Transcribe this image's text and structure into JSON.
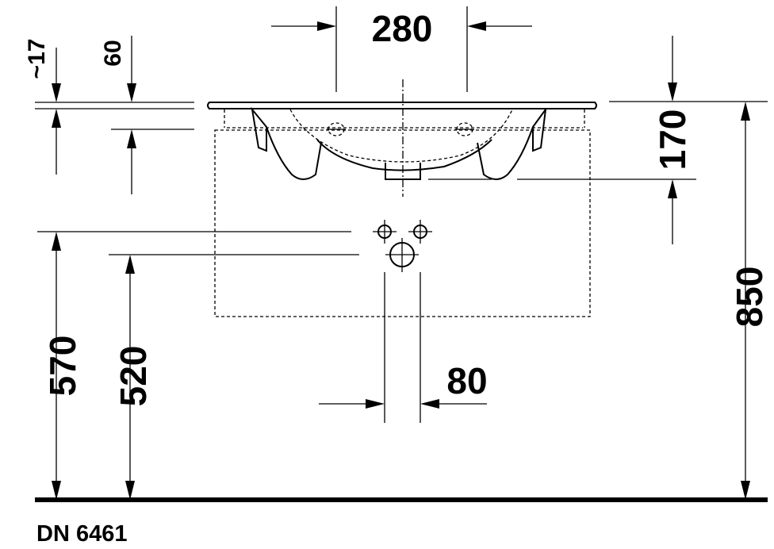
{
  "model": "DN 6461",
  "dimensions": {
    "basin_depth": "280",
    "top_overhang": "~17",
    "bowl_offset": "60",
    "overflow_height": "170",
    "total_height": "850",
    "supply_height": "570",
    "waste_height": "520",
    "waste_spacing": "80"
  }
}
